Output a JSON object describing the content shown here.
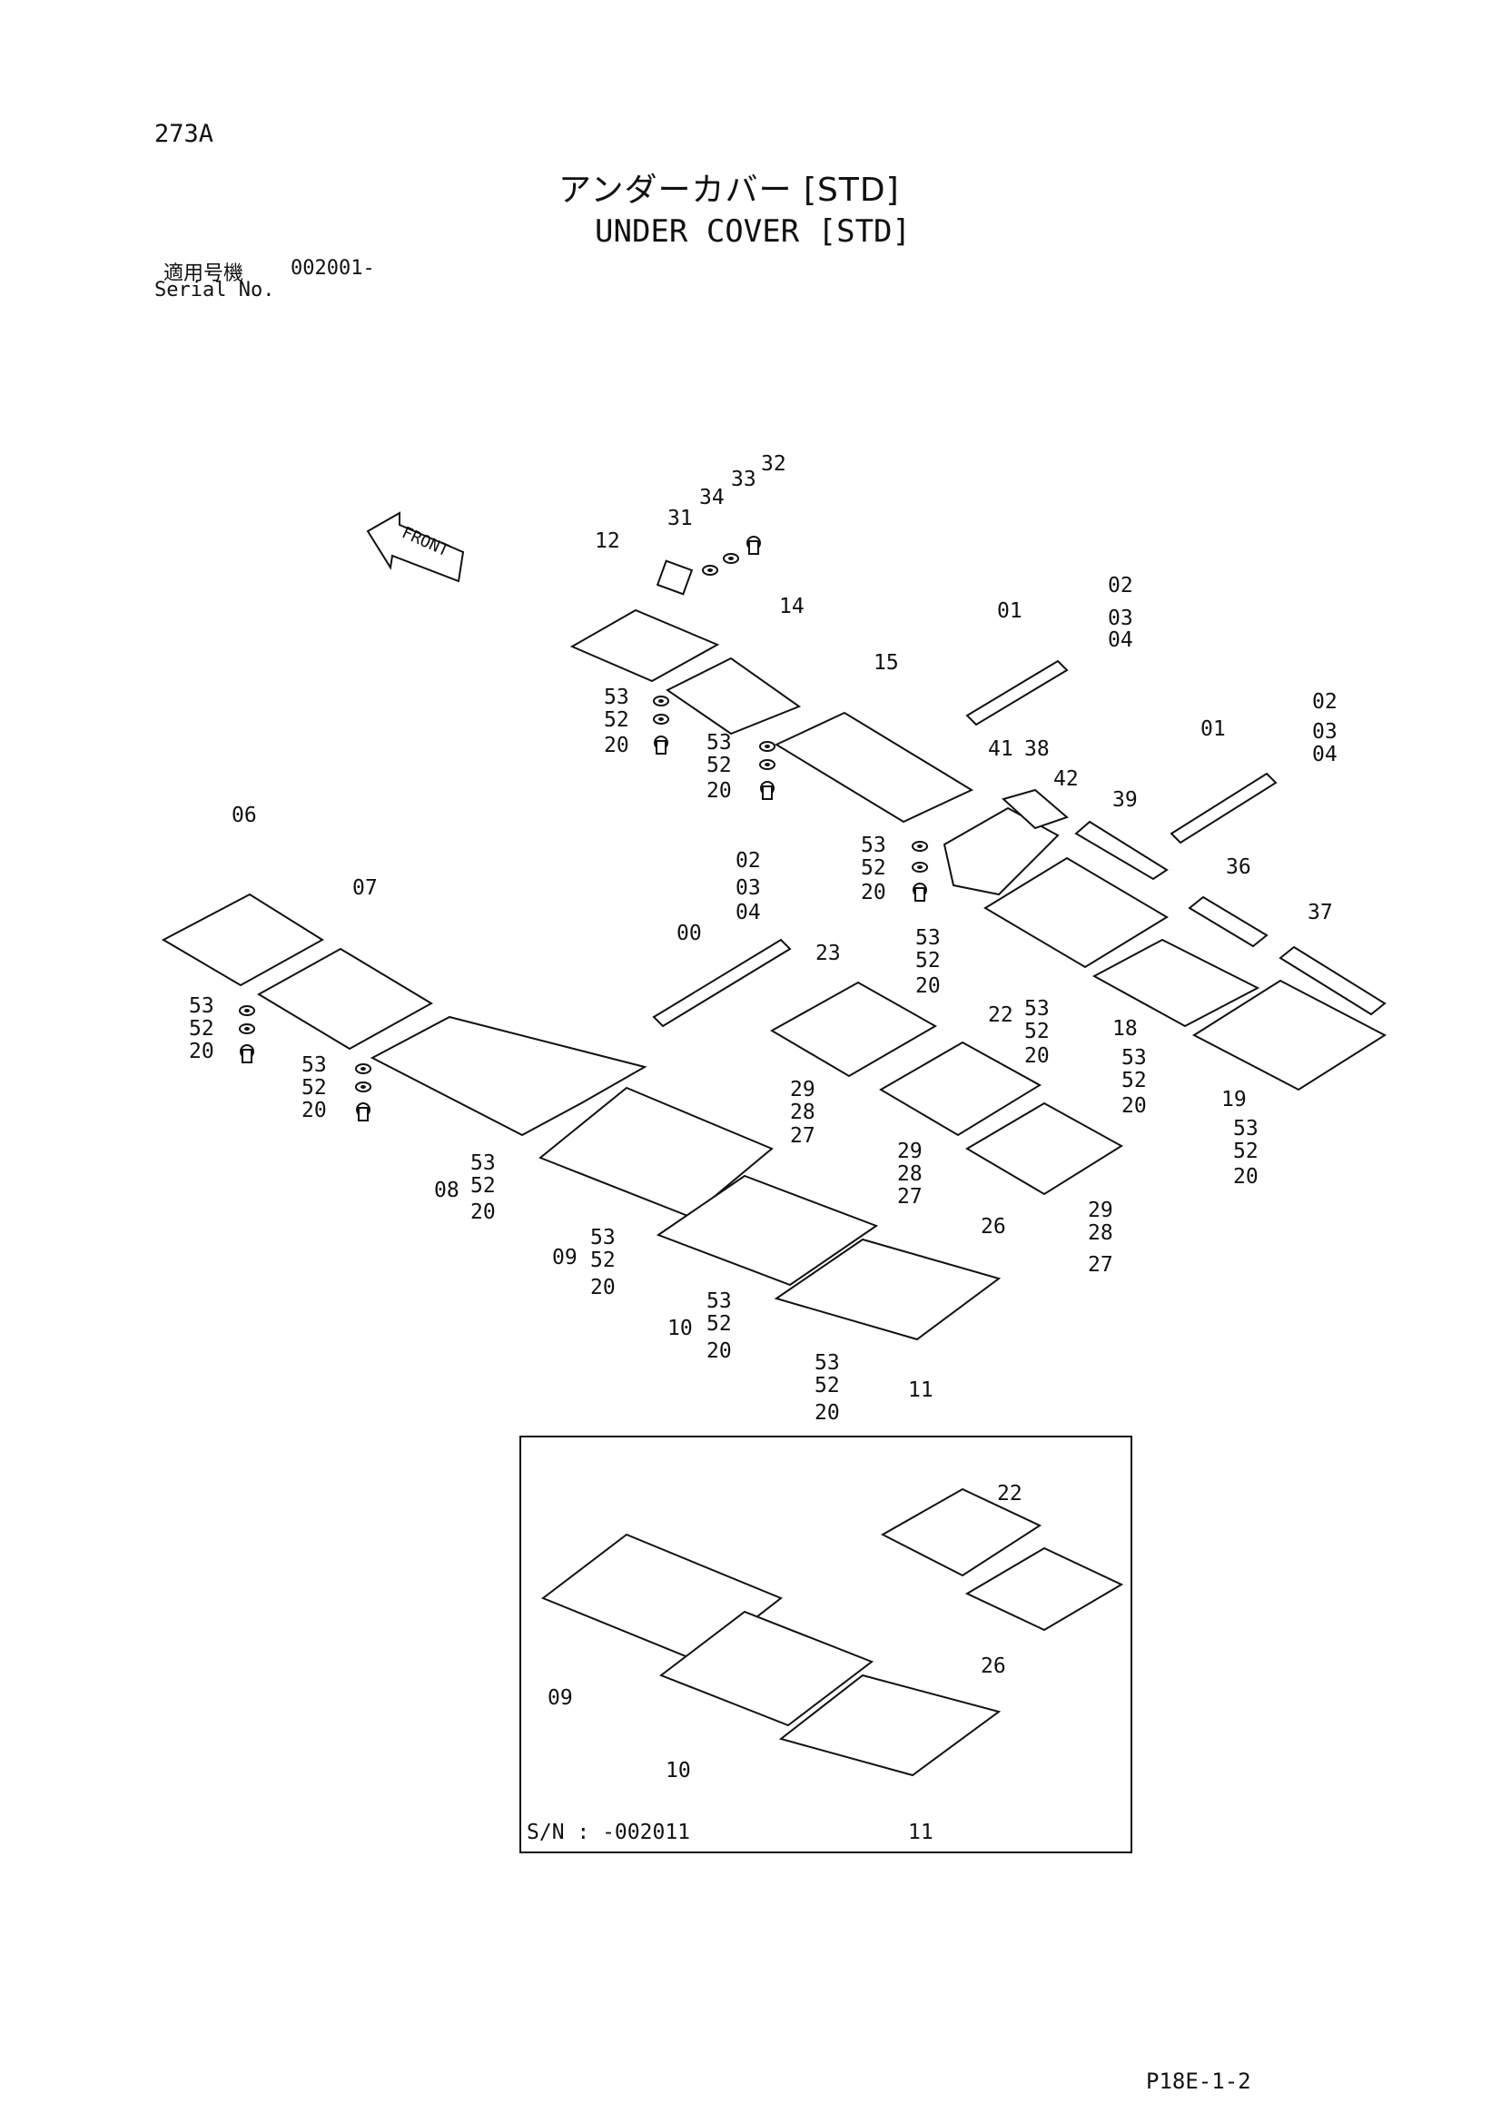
{
  "header": {
    "page_number": "273A",
    "title_jp": "アンダーカバー [STD]",
    "title_en": "UNDER COVER [STD]",
    "serial_label_jp": "適用号機",
    "serial_label_en": "Serial No.",
    "serial_value": "002001-"
  },
  "arrow": {
    "label": "FRONT"
  },
  "inset": {
    "label": "S/N : -002011"
  },
  "footer": {
    "code": "P18E-1-2"
  },
  "callouts": {
    "p00": "00",
    "p01": "01",
    "p02": "02",
    "p03": "03",
    "p04": "04",
    "p06": "06",
    "p07": "07",
    "p08": "08",
    "p09": "09",
    "p10": "10",
    "p11": "11",
    "p12": "12",
    "p14": "14",
    "p15": "15",
    "p18": "18",
    "p19": "19",
    "p20": "20",
    "p22": "22",
    "p23": "23",
    "p26": "26",
    "p27": "27",
    "p28": "28",
    "p29": "29",
    "p31": "31",
    "p32": "32",
    "p33": "33",
    "p34": "34",
    "p36": "36",
    "p37": "37",
    "p38": "38",
    "p39": "39",
    "p41": "41",
    "p42": "42",
    "p52": "52",
    "p53": "53"
  }
}
